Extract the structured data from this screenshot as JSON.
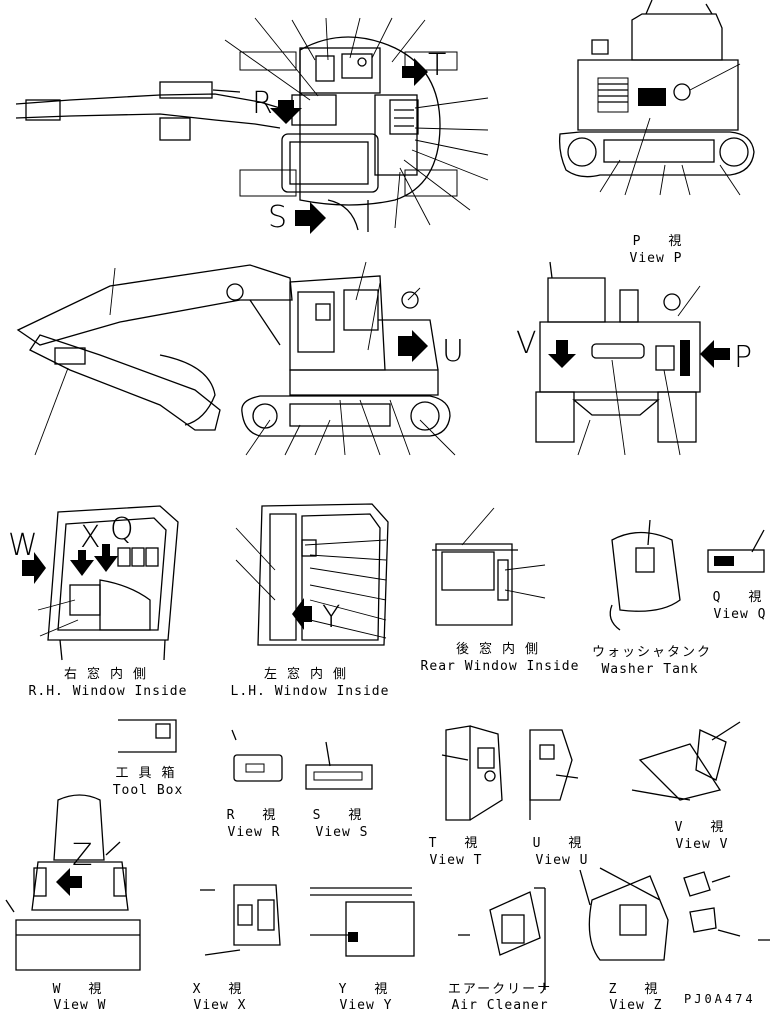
{
  "views": {
    "p": {
      "jp": "P 視",
      "en": "View P"
    },
    "q": {
      "jp": "Q 視",
      "en": "View Q"
    },
    "rh": {
      "jp": "右窓内側",
      "en": "R.H. Window Inside"
    },
    "lh": {
      "jp": "左窓内側",
      "en": "L.H. Window Inside"
    },
    "rear": {
      "jp": "後窓内側",
      "en": "Rear Window Inside"
    },
    "washer": {
      "jp": "ウォッシャタンク",
      "en": "Washer Tank"
    },
    "toolbox": {
      "jp": "工具箱",
      "en": "Tool Box"
    },
    "r": {
      "jp": "R 視",
      "en": "View R"
    },
    "s": {
      "jp": "S 視",
      "en": "View S"
    },
    "t": {
      "jp": "T 視",
      "en": "View T"
    },
    "u": {
      "jp": "U 視",
      "en": "View U"
    },
    "v": {
      "jp": "V 視",
      "en": "View V"
    },
    "w": {
      "jp": "W 視",
      "en": "View W"
    },
    "x": {
      "jp": "X 視",
      "en": "View X"
    },
    "y": {
      "jp": "Y 視",
      "en": "View Y"
    },
    "aircleaner": {
      "jp": "エアークリーナ",
      "en": "Air Cleaner"
    },
    "z": {
      "jp": "Z 視",
      "en": "View Z"
    }
  },
  "arrow_letters": {
    "R": "R",
    "S": "S",
    "T": "T",
    "U": "U",
    "V": "V",
    "P": "P",
    "W": "W",
    "X": "X",
    "Q": "Q",
    "Y": "Y",
    "Z": "Z"
  },
  "drawing_code": "PJ0A474"
}
